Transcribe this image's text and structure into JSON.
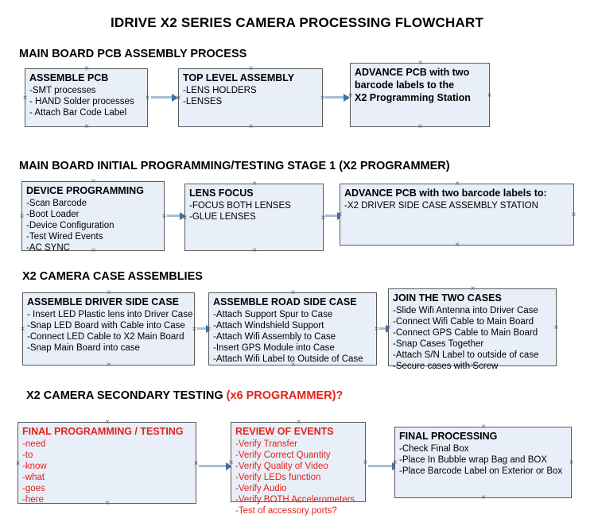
{
  "document": {
    "title": "IDRIVE X2  SERIES CAMERA PROCESSING FLOWCHART"
  },
  "colors": {
    "node_fill": "#e9eff8",
    "node_border": "#5a5a5a",
    "connector": "#a7bdd4",
    "arrowhead": "#3f6fa8",
    "accent_red": "#e2231a",
    "text": "#000000",
    "background": "#ffffff"
  },
  "sections": [
    {
      "id": "main-board-pcb-assembly",
      "heading": "MAIN BOARD PCB ASSEMBLY PROCESS",
      "heading_accent": "",
      "nodes": [
        {
          "id": "assemble-pcb",
          "title": "ASSEMBLE PCB",
          "lines": [
            "-SMT processes",
            "- HAND Solder processes",
            "- Attach Bar Code Label"
          ]
        },
        {
          "id": "top-level-assembly",
          "title": "TOP LEVEL ASSEMBLY",
          "lines": [
            "-LENS HOLDERS",
            "-LENSES"
          ]
        },
        {
          "id": "advance-pcb-programming-station",
          "title": "ADVANCE PCB with two",
          "title_lines": [
            "ADVANCE PCB with two",
            "barcode labels to the",
            " X2 Programming Station"
          ],
          "lines": []
        }
      ]
    },
    {
      "id": "main-board-initial-programming",
      "heading": "MAIN BOARD INITIAL PROGRAMMING/TESTING STAGE 1 (X2 PROGRAMMER)",
      "heading_accent": "",
      "nodes": [
        {
          "id": "device-programming",
          "title": "DEVICE PROGRAMMING",
          "lines": [
            "-Scan Barcode",
            "-Boot Loader",
            "-Device Configuration",
            "-Test Wired Events",
            "-AC SYNC"
          ]
        },
        {
          "id": "lens-focus",
          "title": "LENS FOCUS",
          "lines": [
            "-FOCUS BOTH LENSES",
            "-GLUE LENSES"
          ]
        },
        {
          "id": "advance-pcb-driver-side-case",
          "title": "ADVANCE PCB with two barcode labels to:",
          "lines": [
            "-X2 DRIVER  SIDE  CASE  ASSEMBLY STATION"
          ]
        }
      ]
    },
    {
      "id": "x2-camera-case-assemblies",
      "heading": "X2 CAMERA CASE ASSEMBLIES",
      "heading_accent": "",
      "nodes": [
        {
          "id": "assemble-driver-side-case",
          "title": "ASSEMBLE DRIVER SIDE CASE",
          "lines": [
            "- Insert LED Plastic lens into Driver Case",
            "-Snap LED Board with Cable into Case",
            "-Connect LED Cable to X2 Main Board",
            "-Snap Main Board into case"
          ]
        },
        {
          "id": "assemble-road-side-case",
          "title": "ASSEMBLE ROAD SIDE CASE",
          "lines": [
            "-Attach Support Spur to Case",
            "-Attach Windshield Support",
            "-Attach Wifi Assembly to Case",
            "-Insert GPS Module into Case",
            "-Attach Wifi Label to Outside of Case"
          ]
        },
        {
          "id": "join-the-two-cases",
          "title": "JOIN THE TWO CASES",
          "lines": [
            "-Slide Wifi Antenna into Driver Case",
            "-Connect Wifi Cable to Main Board",
            "-Connect GPS Cable to Main Board",
            "-Snap Cases Together",
            "-Attach S/N Label to outside of case",
            "-Secure cases with Screw"
          ]
        }
      ]
    },
    {
      "id": "x2-camera-secondary-testing",
      "heading": "X2 CAMERA SECONDARY TESTING ",
      "heading_accent": "(x6 PROGRAMMER)?",
      "nodes": [
        {
          "id": "final-programming-testing",
          "title": "FINAL PROGRAMMING / TESTING",
          "lines": [
            "-need",
            "-to",
            "-know",
            "-what",
            "-goes",
            "-here"
          ]
        },
        {
          "id": "review-of-events",
          "title": "REVIEW OF EVENTS",
          "lines": [
            "-Verify Transfer",
            "-Verify Correct Quantity",
            "-Verify Quality of Video",
            "-Verify LEDs function",
            "-Verify Audio",
            "-Verify BOTH Accelerometers",
            "-Test of accessory ports?"
          ]
        },
        {
          "id": "final-processing",
          "title": "FINAL PROCESSING",
          "lines": [
            "-Check Final Box",
            "-Place In Bubble wrap Bag and BOX",
            "-Place Barcode Label on Exterior or Box"
          ]
        }
      ]
    }
  ]
}
